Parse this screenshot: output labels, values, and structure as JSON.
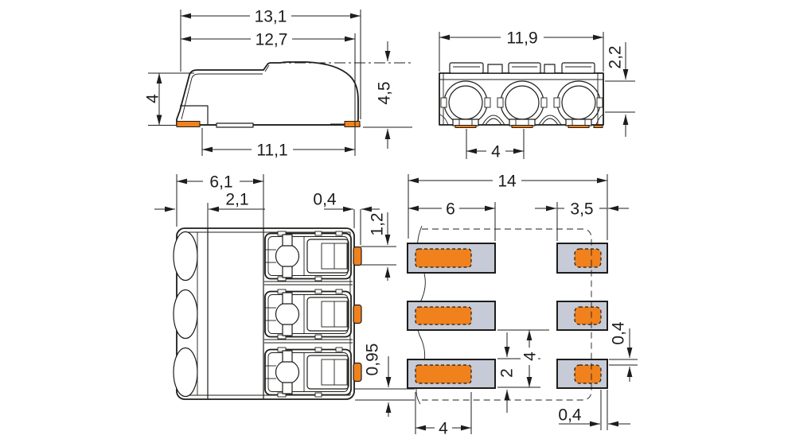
{
  "drawing": {
    "type": "technical-dimension-drawing",
    "views": [
      "side-view",
      "front-view",
      "top-view",
      "pcb-footprint-view"
    ]
  },
  "colors": {
    "line": "#1d1d1b",
    "orange": "#f0811c",
    "padgray": "#c6cbd7",
    "bg": "#ffffff"
  },
  "dims": {
    "side_total_width": "13,1",
    "side_housing_width": "12,7",
    "side_height_front": "4",
    "side_height_total": "4,5",
    "side_base_width": "11,1",
    "front_width": "11,9",
    "front_top_offset": "2,2",
    "front_pin_pitch": "4",
    "top_depth": "6,1",
    "top_inner_depth": "2,1",
    "top_tab_protrusion": "0,4",
    "top_tab_height": "1,2",
    "top_tab_edge_gap": "0,95",
    "fp_total_width": "14",
    "fp_left_pad_width": "6",
    "fp_right_pad_width": "3,5",
    "fp_right_pad_inset": "0,4",
    "fp_pad_height": "2",
    "fp_pad_pitch": "4",
    "fp_bottom_inset": "0,4",
    "fp_paste_width": "4"
  }
}
